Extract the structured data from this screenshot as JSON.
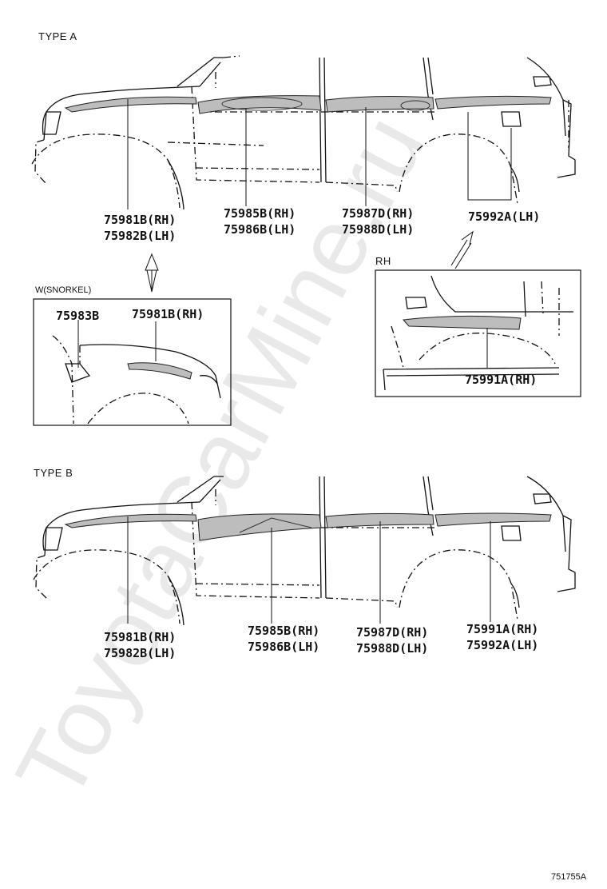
{
  "watermark": "ToyotaCarMine.ru",
  "reference_code": "751755A",
  "type_a": {
    "title": "TYPE A",
    "labels": {
      "front_fender": [
        "75981B(RH)",
        "75982B(LH)"
      ],
      "front_door": [
        "75985B(RH)",
        "75986B(LH)"
      ],
      "rear_door": [
        "75987D(RH)",
        "75988D(LH)"
      ],
      "quarter": [
        "75992A(LH)"
      ]
    }
  },
  "snorkel_inset": {
    "title": "W(SNORKEL)",
    "labels": {
      "snorkel": "75983B",
      "fender": "75981B(RH)"
    }
  },
  "rh_inset": {
    "title": "RH",
    "labels": {
      "quarter": "75991A(RH)"
    }
  },
  "type_b": {
    "title": "TYPE B",
    "labels": {
      "front_fender": [
        "75981B(RH)",
        "75982B(LH)"
      ],
      "front_door": [
        "75985B(RH)",
        "75986B(LH)"
      ],
      "rear_door": [
        "75987D(RH)",
        "75988D(LH)"
      ],
      "quarter": [
        "75991A(RH)",
        "75992A(LH)"
      ]
    }
  }
}
